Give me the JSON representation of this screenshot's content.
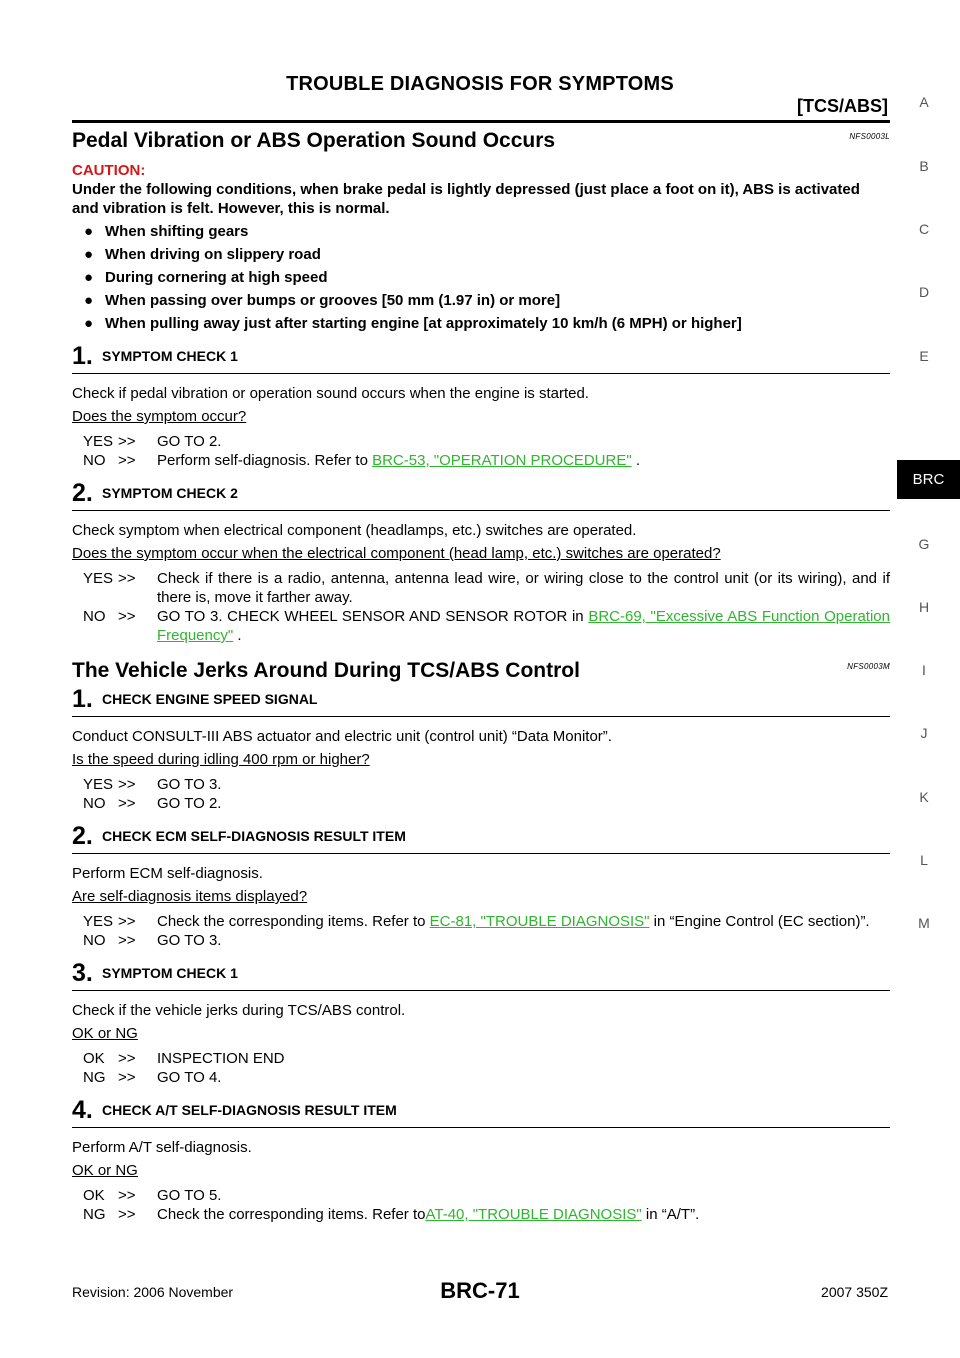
{
  "header": {
    "title": "TROUBLE DIAGNOSIS FOR SYMPTOMS",
    "section": "[TCS/ABS]"
  },
  "section1": {
    "title": "Pedal Vibration or ABS Operation Sound Occurs",
    "code": "NFS0003L",
    "caution_label": "CAUTION:",
    "caution_text": "Under the following conditions, when brake pedal is lightly depressed (just place a foot on it), ABS is activated and vibration is felt. However, this is normal.",
    "bullets": [
      "When shifting gears",
      "When driving on slippery road",
      "During cornering at high speed",
      "When passing over bumps or grooves [50 mm (1.97 in) or more]",
      "When pulling away just after starting engine [at approximately 10 km/h (6 MPH) or higher]"
    ],
    "step1": {
      "num": "1.",
      "title": "SYMPTOM CHECK 1",
      "text": "Check if pedal vibration or operation sound occurs when the engine is started.",
      "question": "Does the symptom occur?",
      "yes_key": "YES",
      "yes_text": "GO TO 2.",
      "no_key": "NO",
      "no_text": "Perform self-diagnosis. Refer to ",
      "no_link": "BRC-53, \"OPERATION PROCEDURE\"",
      "no_after": " ."
    },
    "step2": {
      "num": "2.",
      "title": "SYMPTOM CHECK 2",
      "text": "Check symptom when electrical component (headlamps, etc.) switches are operated.",
      "question": "Does the symptom occur when the electrical component (head lamp, etc.) switches are operated?",
      "yes_key": "YES",
      "yes_text": "Check if there is a radio, antenna, antenna lead wire, or wiring close to the control unit (or its wiring), and if there is, move it farther away.",
      "no_key": "NO",
      "no_text": "GO TO 3. CHECK WHEEL SENSOR AND SENSOR ROTOR in ",
      "no_link": "BRC-69, \"Excessive ABS Function Operation Frequency\"",
      "no_after": " ."
    }
  },
  "section2": {
    "title": "The Vehicle Jerks Around During TCS/ABS Control",
    "code": "NFS0003M",
    "step1": {
      "num": "1.",
      "title": "CHECK ENGINE SPEED SIGNAL",
      "text": "Conduct CONSULT-III ABS actuator and electric unit (control unit) “Data Monitor”.",
      "question": "Is the speed during idling 400 rpm or higher?",
      "yes_key": "YES",
      "yes_text": "GO TO 3.",
      "no_key": "NO",
      "no_text": "GO TO 2."
    },
    "step2": {
      "num": "2.",
      "title": "CHECK ECM SELF-DIAGNOSIS RESULT ITEM",
      "text": "Perform ECM self-diagnosis.",
      "question": "Are self-diagnosis items displayed?",
      "yes_key": "YES",
      "yes_text": "Check the corresponding items. Refer to ",
      "yes_link": "EC-81, \"TROUBLE DIAGNOSIS\"",
      "yes_after": "  in “Engine Control (EC section)”.",
      "no_key": "NO",
      "no_text": "GO TO 3."
    },
    "step3": {
      "num": "3.",
      "title": "SYMPTOM CHECK 1",
      "text": "Check if the vehicle jerks during TCS/ABS control.",
      "question": "OK or NG",
      "ok_key": "OK",
      "ok_text": "INSPECTION END",
      "ng_key": "NG",
      "ng_text": "GO TO 4."
    },
    "step4": {
      "num": "4.",
      "title": "CHECK A/T SELF-DIAGNOSIS RESULT ITEM",
      "text": "Perform A/T self-diagnosis.",
      "question": "OK or NG",
      "ok_key": "OK",
      "ok_text": "GO TO 5.",
      "ng_key": "NG",
      "ng_text": "Check the corresponding items. Refer to",
      "ng_link": "AT-40, \"TROUBLE DIAGNOSIS\"",
      "ng_after": "  in “A/T”."
    }
  },
  "arrow": ">>",
  "bullet_glyph": "●",
  "side_index": {
    "letters": [
      "A",
      "B",
      "C",
      "D",
      "E",
      "G",
      "H",
      "I",
      "J",
      "K",
      "L",
      "M"
    ],
    "active": "BRC"
  },
  "footer": {
    "revision": "Revision: 2006 November",
    "page": "BRC-71",
    "model": "2007 350Z"
  },
  "colors": {
    "caution": "#d21919",
    "link": "#2fb52f"
  }
}
